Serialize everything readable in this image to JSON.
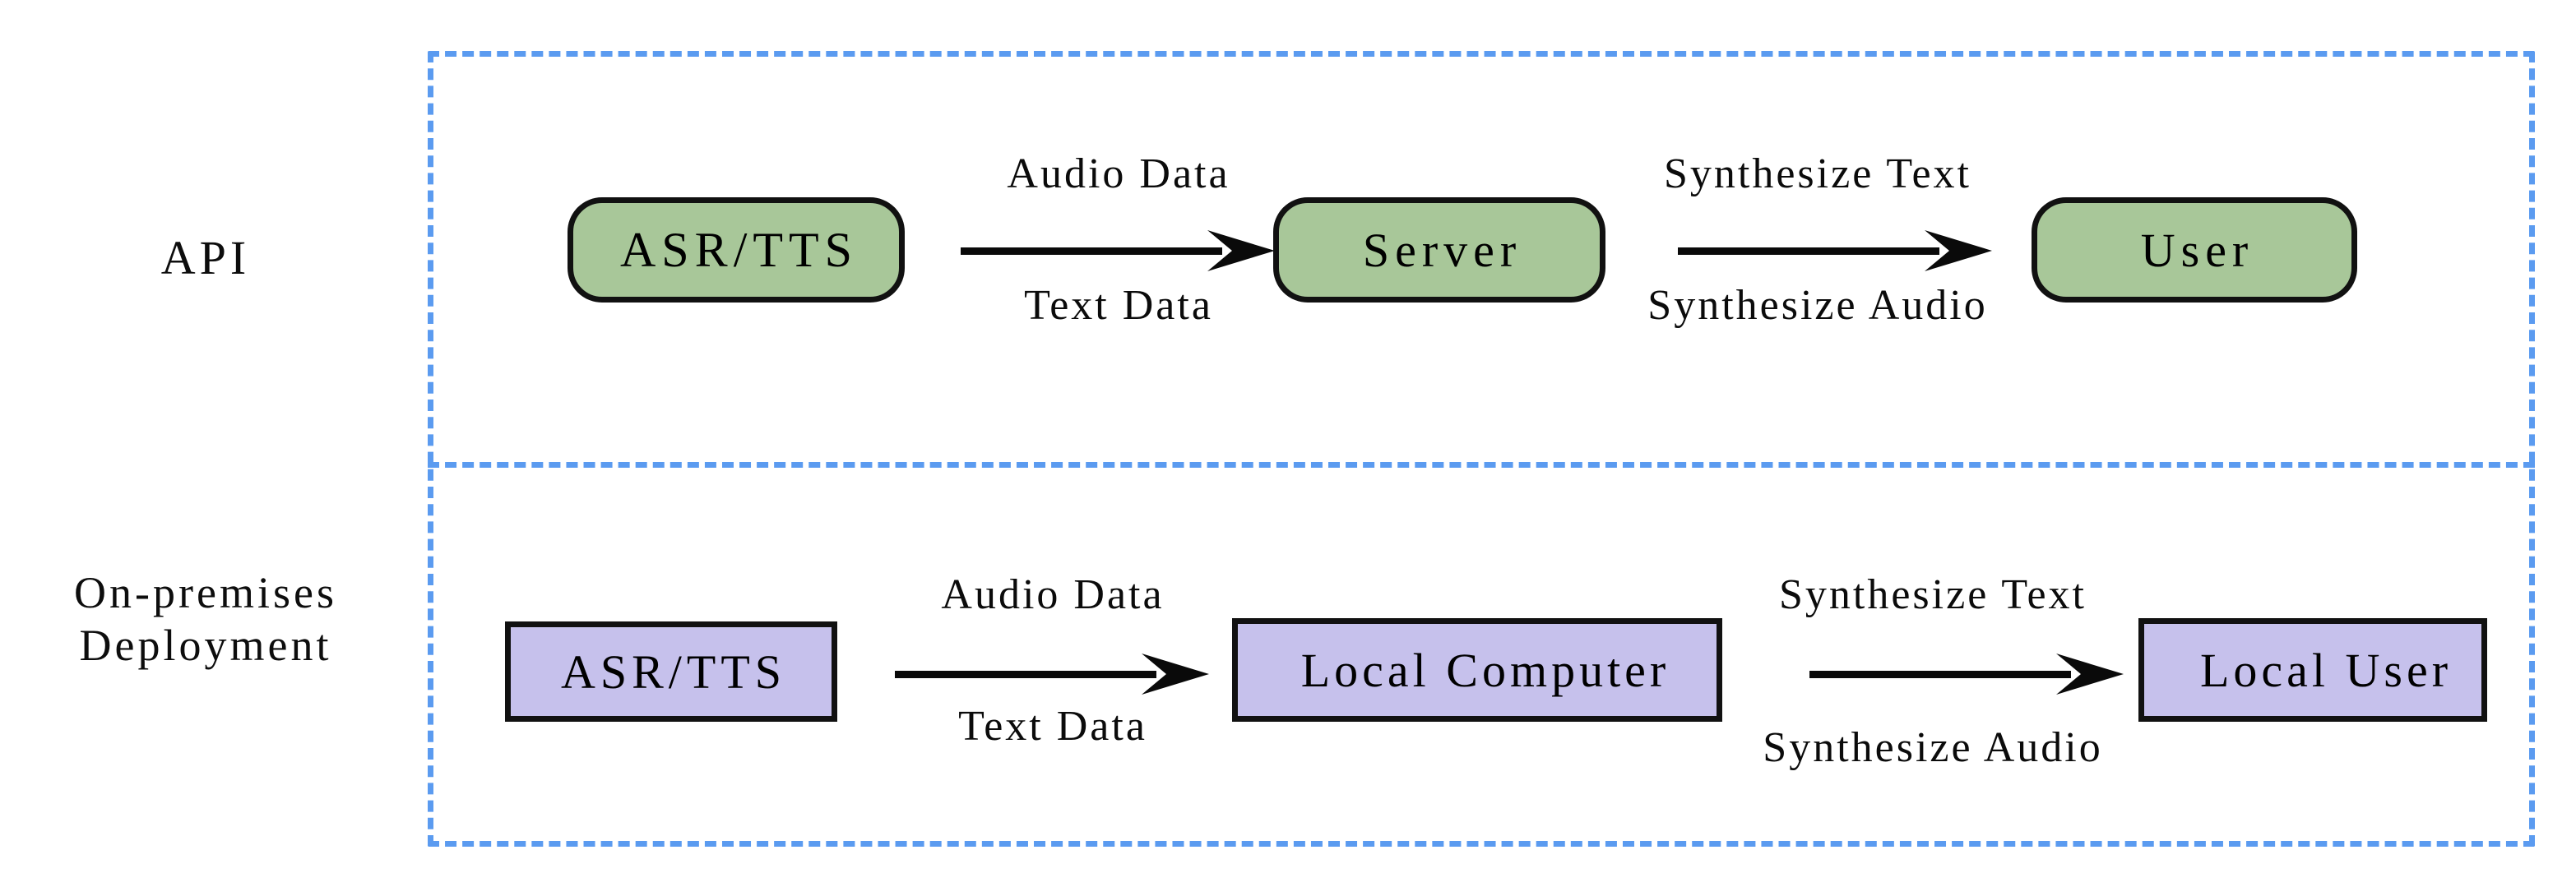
{
  "diagram": {
    "title_hidden": "",
    "colors": {
      "dashed_border": "#5B9BF0",
      "api_node_fill": "#A8C799",
      "onprem_node_fill": "#C6C1EC",
      "node_border": "#111111",
      "text": "#000000",
      "background": "#FFFFFF"
    },
    "sections": [
      {
        "id": "api",
        "label": "API",
        "nodes": [
          {
            "id": "api-asrtts",
            "label": "ASR/TTS",
            "shape": "rounded-rect",
            "fill": "#A8C799"
          },
          {
            "id": "api-server",
            "label": "Server",
            "shape": "rounded-rect",
            "fill": "#A8C799"
          },
          {
            "id": "api-user",
            "label": "User",
            "shape": "rounded-rect",
            "fill": "#A8C799"
          }
        ],
        "edges": [
          {
            "id": "api-edge-1",
            "from": "api-asrtts",
            "to": "api-server",
            "direction": "right",
            "label_top": "Audio Data",
            "label_bottom": "Text Data"
          },
          {
            "id": "api-edge-2",
            "from": "api-server",
            "to": "api-user",
            "direction": "right",
            "label_top": "Synthesize Text",
            "label_bottom": "Synthesize Audio"
          }
        ]
      },
      {
        "id": "on-premises",
        "label": "On-premises\nDeployment",
        "nodes": [
          {
            "id": "op-asrtts",
            "label": "ASR/TTS",
            "shape": "rect",
            "fill": "#C6C1EC"
          },
          {
            "id": "op-computer",
            "label": "Local Computer",
            "shape": "rect",
            "fill": "#C6C1EC"
          },
          {
            "id": "op-user",
            "label": "Local User",
            "shape": "rect",
            "fill": "#C6C1EC"
          }
        ],
        "edges": [
          {
            "id": "op-edge-1",
            "from": "op-asrtts",
            "to": "op-computer",
            "direction": "right",
            "label_top": "Audio Data",
            "label_bottom": "Text Data"
          },
          {
            "id": "op-edge-2",
            "from": "op-computer",
            "to": "op-user",
            "direction": "right",
            "label_top": "Synthesize Text",
            "label_bottom": "Synthesize Audio"
          }
        ]
      }
    ]
  }
}
